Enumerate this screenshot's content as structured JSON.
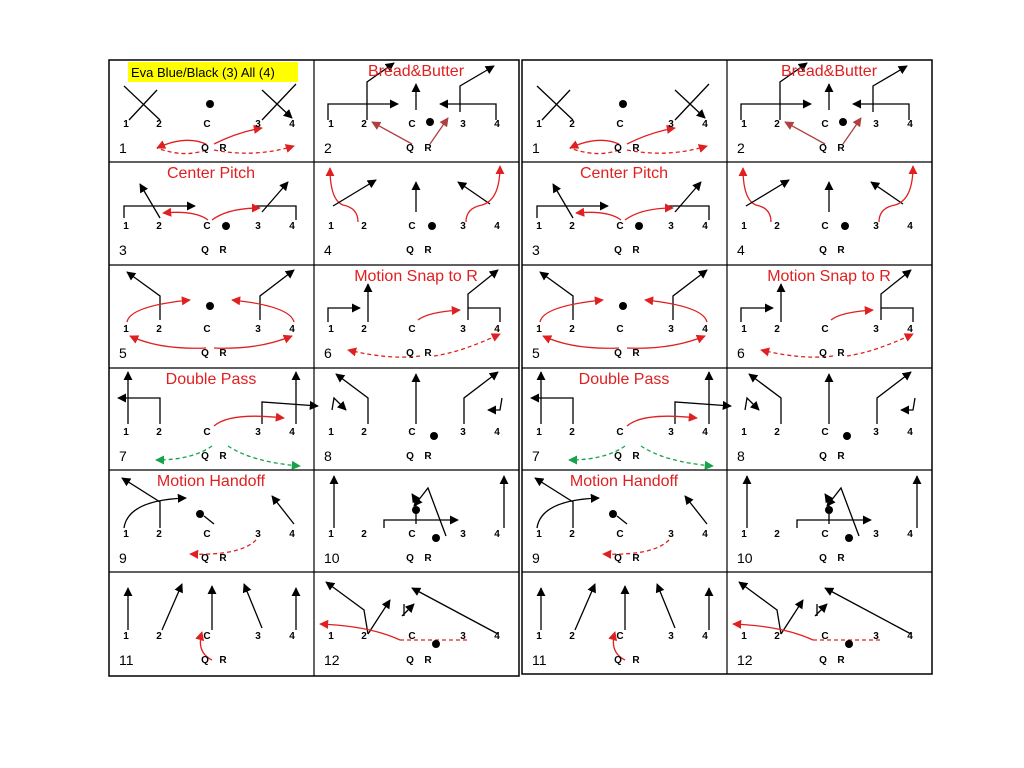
{
  "header_badge": "Eva Blue/Black (3) All (4)",
  "colors": {
    "badge": "#ffff00",
    "title": "#e02020",
    "route": "#000000",
    "motion": "#e02020",
    "pass": "#16a34a"
  },
  "pos_labels": {
    "p1": "1",
    "p2": "2",
    "c": "C",
    "p3": "3",
    "p4": "4",
    "q": "Q",
    "r": "R"
  },
  "panels": [
    {
      "num": "1",
      "title": ""
    },
    {
      "num": "2",
      "title": "Bread&Butter"
    },
    {
      "num": "3",
      "title": "Center Pitch"
    },
    {
      "num": "4",
      "title": ""
    },
    {
      "num": "5",
      "title": ""
    },
    {
      "num": "6",
      "title": "Motion Snap to R"
    },
    {
      "num": "7",
      "title": "Double Pass"
    },
    {
      "num": "8",
      "title": ""
    },
    {
      "num": "9",
      "title": "Motion Handoff"
    },
    {
      "num": "10",
      "title": ""
    },
    {
      "num": "11",
      "title": ""
    },
    {
      "num": "12",
      "title": ""
    }
  ]
}
